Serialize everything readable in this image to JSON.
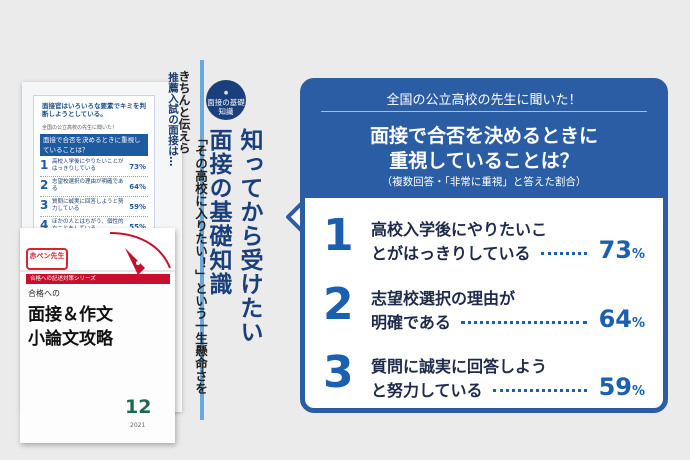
{
  "spread": {
    "column_lead": "推薦入試の面接は…",
    "column_phrase": "きちんと伝えら",
    "column_quote": "「その高校に入りたい！」という一生懸命さを",
    "badge_label": "面接の基礎知識",
    "headline_1": "知ってから受けたい",
    "headline_2": "面接の基礎知識",
    "mini_header": "面接官はいろいろな要素でキミを判断しようとしている。",
    "mini_sub": "全国の公立高校の先生に聞いた！",
    "mini_band": "面接で合否を決めるときに重視していることは？",
    "mini_items": [
      {
        "num": "1",
        "text": "高校入学後にやりたいことがはっきりしている",
        "pct": "73%"
      },
      {
        "num": "2",
        "text": "志望校選択の理由が明確である",
        "pct": "64%"
      },
      {
        "num": "3",
        "text": "質問に誠実に回答しようと努力している",
        "pct": "59%"
      },
      {
        "num": "4",
        "text": "ほかの人とはちがう、個性的なことをしている",
        "pct": "55%"
      }
    ]
  },
  "cover": {
    "logo": "赤ペン先生",
    "series": "合格への記述対策シリーズ",
    "goukaku": "合格への",
    "title_line1": "面接＆作文",
    "title_line2": "小論文攻略",
    "issue": "12",
    "year": "2021"
  },
  "survey": {
    "source": "全国の公立高校の先生に聞いた！",
    "question_line1": "面接で合否を決めるときに",
    "question_line2": "重視していることは？",
    "note": "（複数回答・「非常に重視」と答えた割合）",
    "items": [
      {
        "rank": "1",
        "line1": "高校入学後にやりたいこ",
        "line2": "とがはっきりしている",
        "value": 73,
        "unit": "%"
      },
      {
        "rank": "2",
        "line1": "志望校選択の理由が",
        "line2": "明確である",
        "value": 64,
        "unit": "%"
      },
      {
        "rank": "3",
        "line1": "質問に誠実に回答しよう",
        "line2": "と努力している",
        "value": 59,
        "unit": "%"
      }
    ]
  },
  "colors": {
    "accent": "#2b5da5",
    "number": "#1a5fb0",
    "cover_red": "#c8102e"
  }
}
